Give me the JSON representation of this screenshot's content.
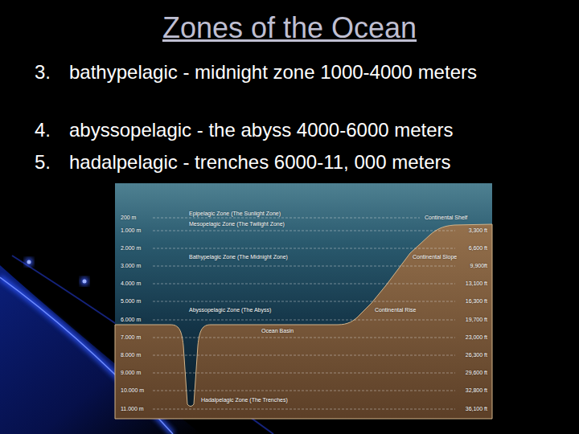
{
  "diagram": {
    "title": "Zones of the Ocean",
    "labels": [
      "3.",
      "bathypelagic - midnight zone 1000-4000 meters",
      "4.",
      "abyssopelagic - the abyss 4000-6000 meters",
      "5.",
      "hadalpelagic - trenches 6000-11, 000 meters",
      "200 m",
      "1.000 m",
      "2.000 m",
      "3.000 m",
      "4.000 m",
      "5.000 m",
      "6.000 m",
      "7.000 m",
      "8.000 m",
      "9.000 m",
      "10.000 m",
      "11.000 m",
      "Epipelagic Zone (The Sunlight Zone)",
      "Mesopelagic Zone (The Twilight Zone)",
      "Bathypelagic Zone (The Midnight Zone)",
      "Abyssopelagic Zone (The Abyss)",
      "Hadalpelagic Zone (The Trenches)",
      "Continental Shelf",
      "3,300 ft",
      "6,600 ft",
      "9,900ft",
      "13,100 ft",
      "16,300 ft",
      "19,700 ft",
      "23,000 ft",
      "26,300 ft",
      "29,600 ft",
      "32,800 ft",
      "36,100 ft",
      "Continental Slope",
      "Continental Rise",
      "Ocean Basin"
    ]
  }
}
